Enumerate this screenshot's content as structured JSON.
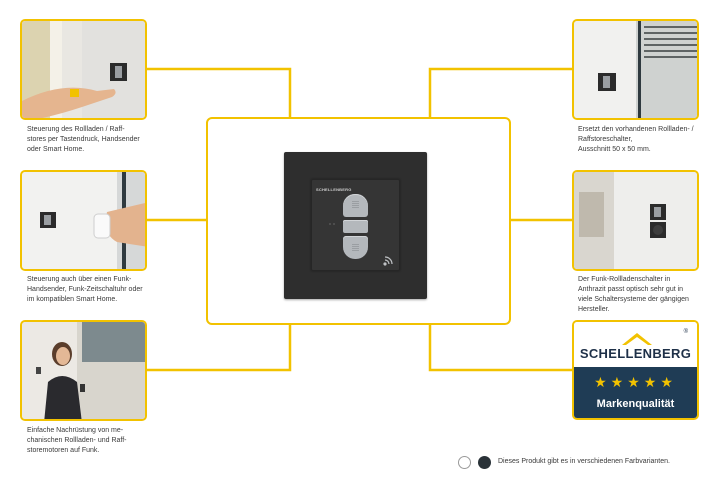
{
  "colors": {
    "accent_yellow": "#f2c200",
    "switch_anthracite": "#2e2e2e",
    "button_grey": "#b4b8bc",
    "brand_navy": "#1f3c55",
    "brand_text": "#1e3048"
  },
  "features": [
    {
      "caption": "Steuerung des Rollladen / Raff-\nstores per Tastendruck, Handsender\noder Smart Home."
    },
    {
      "caption": "Steuerung auch über einen Funk-\nHandsender, Funk-Zeitschaltuhr oder\nim kompatiblen Smart Home."
    },
    {
      "caption": "Einfache Nachrüstung von me-\nchanischen Rollladen- und Raff-\nstoremotoren auf Funk."
    },
    {
      "caption": "Ersetzt den vorhandenen Rollladen- /\nRaffstoreschalter,\nAusschnitt 50 x 50 mm."
    },
    {
      "caption": "Der Funk-Rollladenschalter in\nAnthrazit passt optisch sehr gut in\nviele Schaltersysteme der gängigen\nHersteller."
    }
  ],
  "product": {
    "brand_mark": "SCHELLENBERG",
    "icons": [
      "up-button",
      "stop-button",
      "down-button",
      "radio-signal-icon"
    ]
  },
  "brand_badge": {
    "name": "SCHELLENBERG",
    "registered": "®",
    "stars": "★★★★★",
    "rating": 5,
    "tagline": "Markenqualität"
  },
  "footer": {
    "swatches": [
      "#ffffff",
      "#2a3238"
    ],
    "note": "Dieses Produkt gibt es in verschiedenen Farbvarianten."
  }
}
